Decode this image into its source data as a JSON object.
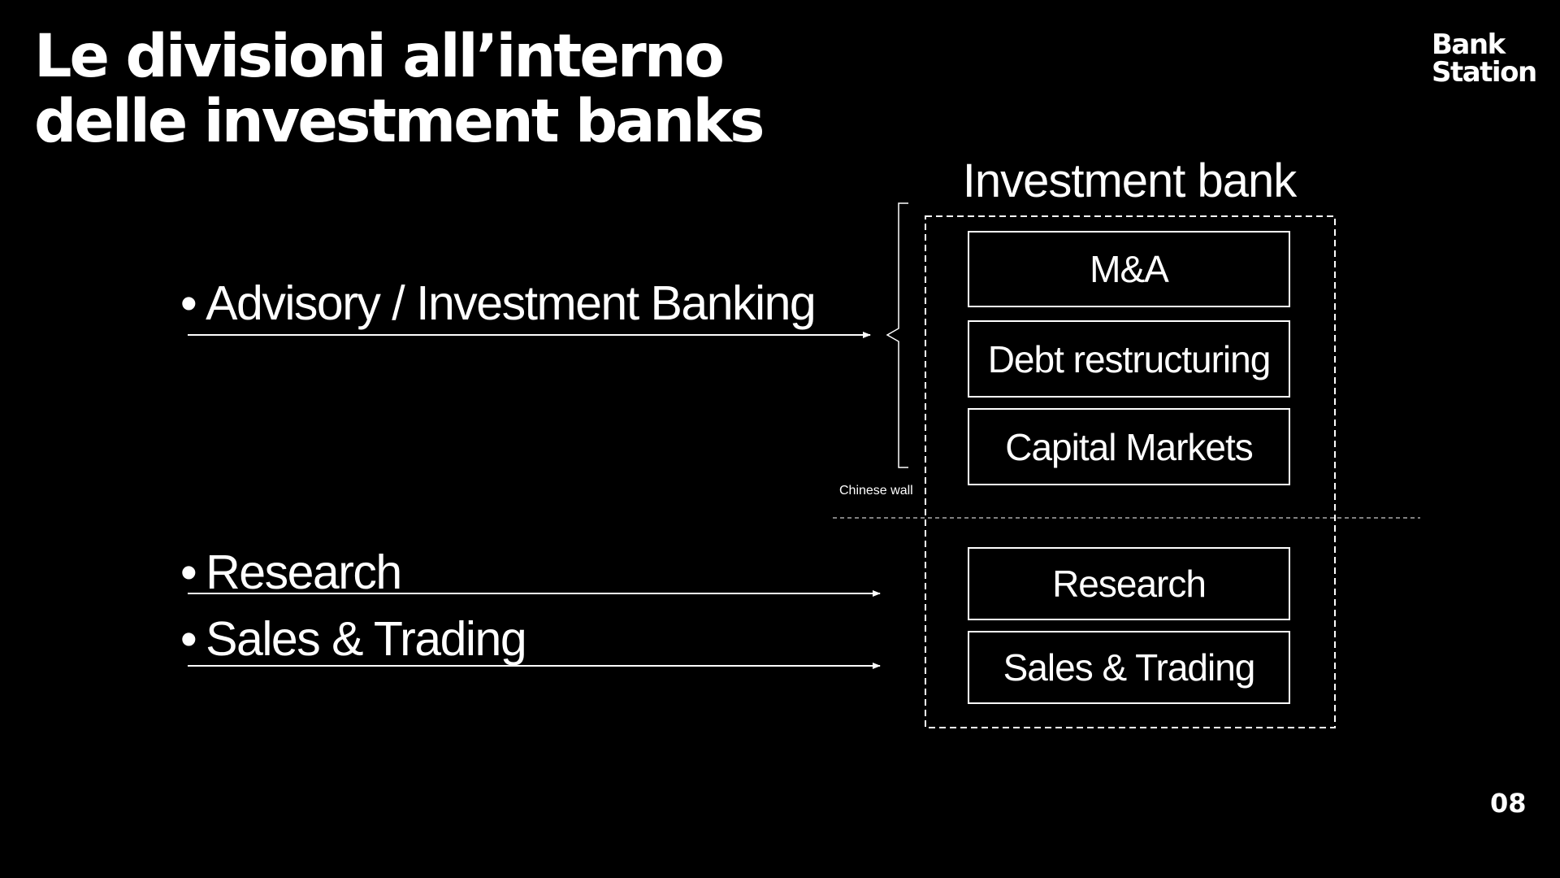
{
  "slide": {
    "title_line1": "Le divisioni all’interno",
    "title_line2": "delle investment banks",
    "logo_line1": "Bank",
    "logo_line2": "Station",
    "page_number": "08"
  },
  "bullets": [
    {
      "marker": "•",
      "label": "Advisory / Investment Banking"
    },
    {
      "marker": "•",
      "label": "Research"
    },
    {
      "marker": "•",
      "label": "Sales & Trading"
    }
  ],
  "bank": {
    "title": "Investment bank",
    "divisions": [
      "M&A",
      "Debt restructuring",
      "Capital Markets",
      "Research",
      "Sales & Trading"
    ],
    "wall_label": "Chinese wall"
  },
  "colors": {
    "background": "#000000",
    "foreground": "#ffffff"
  }
}
